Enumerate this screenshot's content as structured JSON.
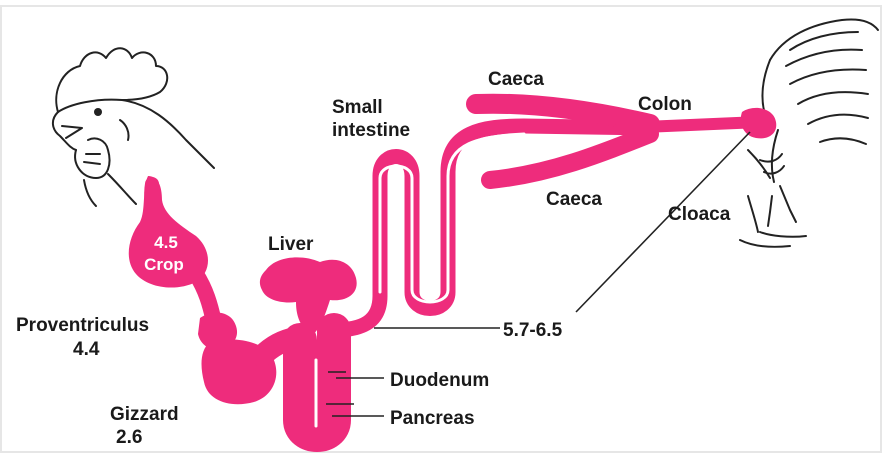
{
  "colors": {
    "organ": "#ee2c7c",
    "ink": "#1a1a1a",
    "background": "#ffffff"
  },
  "labels": {
    "crop_value": "4.5",
    "crop": "Crop",
    "liver": "Liver",
    "small_intestine_line1": "Small",
    "small_intestine_line2": "intestine",
    "caeca_upper": "Caeca",
    "caeca_lower": "Caeca",
    "colon": "Colon",
    "cloaca": "Cloaca",
    "proventriculus": "Proventriculus",
    "proventriculus_value": "4.4",
    "gizzard": "Gizzard",
    "gizzard_value": "2.6",
    "intestine_ph": "5.7-6.5",
    "duodenum": "Duodenum",
    "pancreas": "Pancreas"
  }
}
